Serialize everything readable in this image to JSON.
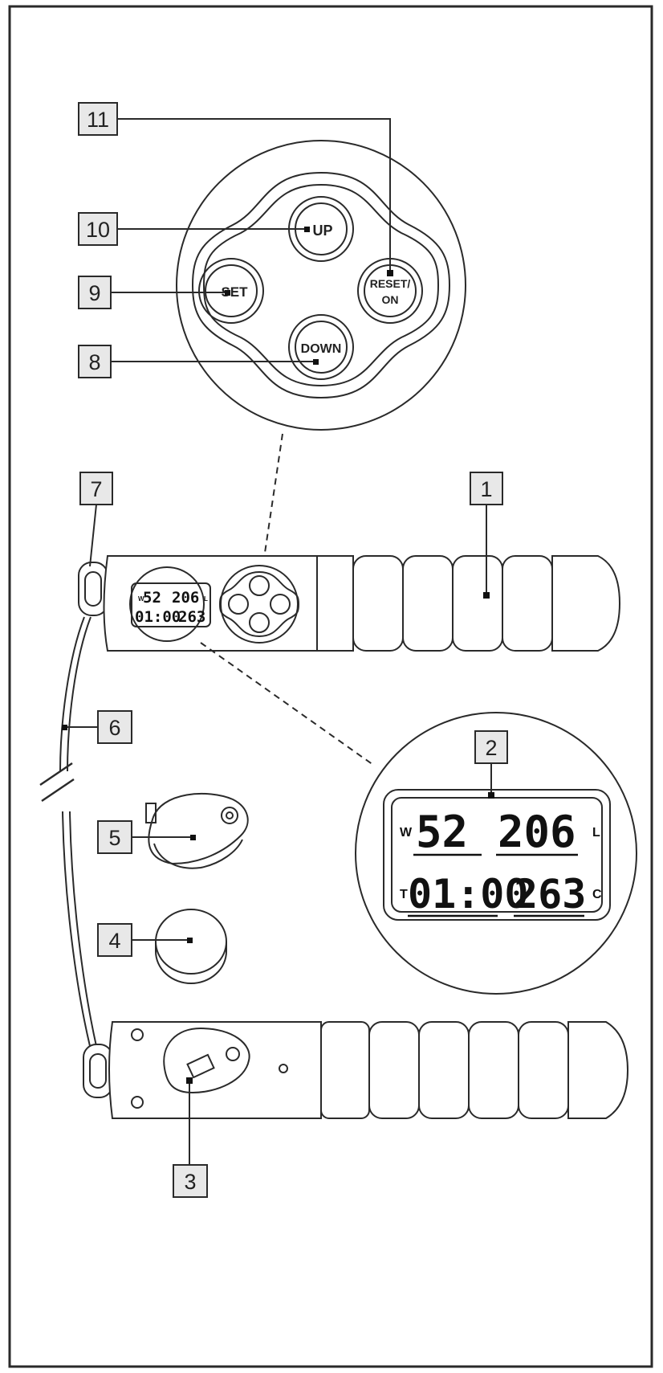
{
  "callouts": [
    {
      "id": "1",
      "label": "1"
    },
    {
      "id": "2",
      "label": "2"
    },
    {
      "id": "3",
      "label": "3"
    },
    {
      "id": "4",
      "label": "4"
    },
    {
      "id": "5",
      "label": "5"
    },
    {
      "id": "6",
      "label": "6"
    },
    {
      "id": "7",
      "label": "7"
    },
    {
      "id": "8",
      "label": "8"
    },
    {
      "id": "9",
      "label": "9"
    },
    {
      "id": "10",
      "label": "10"
    },
    {
      "id": "11",
      "label": "11"
    }
  ],
  "buttons": {
    "up": "UP",
    "set": "SET",
    "down": "DOWN",
    "reset_line1": "RESET/",
    "reset_line2": "ON"
  },
  "display": {
    "w_label": "W",
    "l_label": "L",
    "t_label": "T",
    "c_label": "C",
    "weight": "52",
    "laps": "206",
    "time": "01:00",
    "count": "263"
  },
  "colors": {
    "line": "#2a2a2a",
    "callout_fill": "#e8e8e8"
  }
}
